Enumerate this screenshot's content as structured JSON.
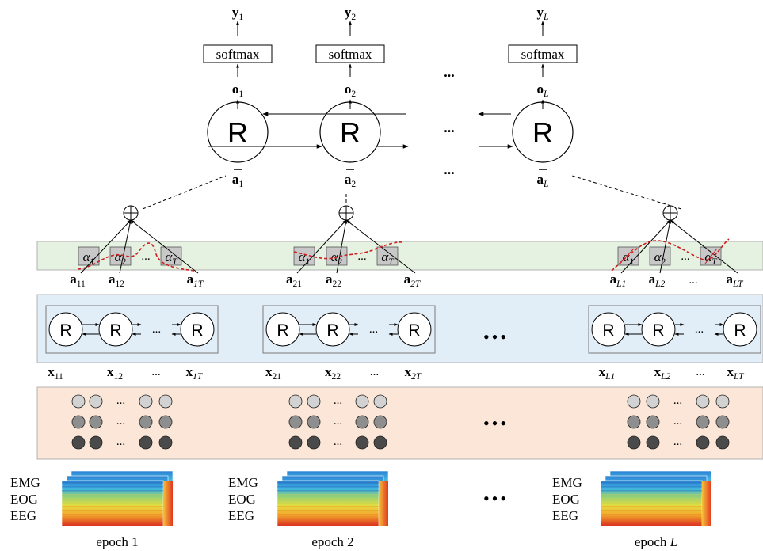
{
  "outputs": [
    {
      "y": "y",
      "y_sub": "1",
      "softmax": "softmax",
      "o": "o",
      "o_sub": "1",
      "abar": "a",
      "abar_sub": "1",
      "R": "R"
    },
    {
      "y": "y",
      "y_sub": "2",
      "softmax": "softmax",
      "o": "o",
      "o_sub": "2",
      "abar": "a",
      "abar_sub": "2",
      "R": "R"
    },
    {
      "y": "y",
      "y_sub": "L",
      "softmax": "softmax",
      "o": "o",
      "o_sub": "L",
      "abar": "a",
      "abar_sub": "L",
      "R": "R"
    }
  ],
  "ellipsis_top": "...",
  "ellipsis_mid": "...",
  "ellipsis_low": "...",
  "attention": [
    {
      "alphas": [
        {
          "a": "α",
          "s": "1"
        },
        {
          "a": "α",
          "s": "2"
        },
        {
          "a": "α",
          "s": "T"
        }
      ],
      "dots": "...",
      "feat": [
        {
          "a": "a",
          "s": "11"
        },
        {
          "a": "a",
          "s": "12"
        },
        {
          "a": "a",
          "s": "1T"
        }
      ]
    },
    {
      "alphas": [
        {
          "a": "α",
          "s": "1"
        },
        {
          "a": "α",
          "s": "2"
        },
        {
          "a": "α",
          "s": "T"
        }
      ],
      "dots": "...",
      "feat": [
        {
          "a": "a",
          "s": "21"
        },
        {
          "a": "a",
          "s": "22"
        },
        {
          "a": "a",
          "s": "2T"
        }
      ]
    },
    {
      "alphas": [
        {
          "a": "α",
          "s": "1"
        },
        {
          "a": "α",
          "s": "2"
        },
        {
          "a": "α",
          "s": "T"
        }
      ],
      "dots": "...",
      "feat": [
        {
          "a": "a",
          "s": "L1"
        },
        {
          "a": "a",
          "s": "L2"
        },
        {
          "a": "a",
          "s": "LT"
        }
      ],
      "feat_dots": "..."
    }
  ],
  "feat_dots": "...",
  "rnn_label": "R",
  "rnn_dots": "...",
  "big_dots": "•••",
  "inputs": [
    [
      {
        "x": "x",
        "s": "11"
      },
      {
        "x": "x",
        "s": "12"
      },
      {
        "x": "x",
        "s": "1T"
      }
    ],
    [
      {
        "x": "x",
        "s": "21"
      },
      {
        "x": "x",
        "s": "22"
      },
      {
        "x": "x",
        "s": "2T"
      }
    ],
    [
      {
        "x": "x",
        "s": "L1"
      },
      {
        "x": "x",
        "s": "L2"
      },
      {
        "x": "x",
        "s": "LT"
      }
    ]
  ],
  "input_dots": "...",
  "signal_labels": [
    "EMG",
    "EOG",
    "EEG"
  ],
  "epochs": [
    {
      "label": "epoch 1"
    },
    {
      "label": "epoch 2"
    },
    {
      "label": "epoch ",
      "italic": "L"
    }
  ],
  "colors": {
    "attention_band": "#e6f2e1",
    "rnn_band": "#e2eef7",
    "input_band": "#fbe6d7",
    "alpha_box": "#c8c8c8",
    "attention_curve": "#cc1f1f",
    "dot_light": "#d2d2d2",
    "dot_mid": "#8e8e8e",
    "dot_dark": "#4a4a4a"
  }
}
